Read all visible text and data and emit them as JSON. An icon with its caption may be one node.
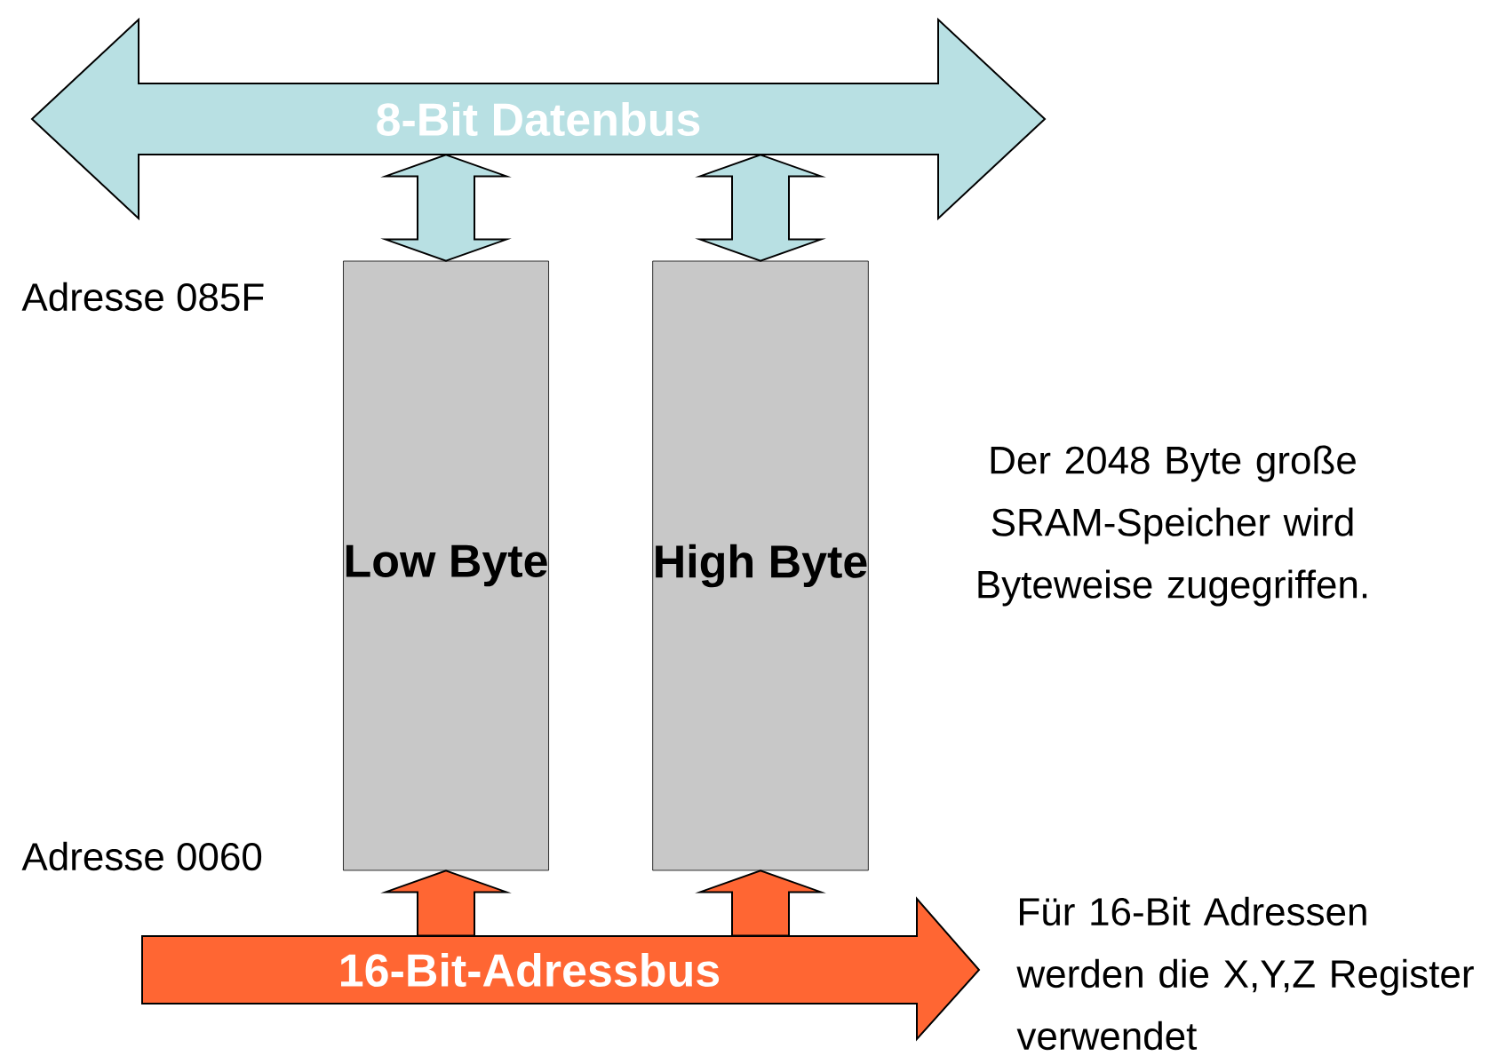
{
  "diagram": {
    "nodes": [
      {
        "text": [
          "8-Bit Datenbus"
        ]
      },
      {
        "text": [
          "Low Byte"
        ]
      },
      {
        "text": [
          "High Byte"
        ]
      },
      {
        "text": [
          "16-Bit-Adressbus"
        ]
      }
    ],
    "edges": [
      {
        "from": 0,
        "to": 1,
        "arrow": "both",
        "color": "#b8e0e3"
      },
      {
        "from": 0,
        "to": 2,
        "arrow": "both",
        "color": "#b8e0e3"
      },
      {
        "from": 3,
        "to": 1,
        "arrow": "to",
        "color": "#ff6633"
      },
      {
        "from": 3,
        "to": 2,
        "arrow": "to",
        "color": "#ff6633"
      }
    ],
    "labels": [
      "Adresse 085F",
      "Der 2048 Byte große SRAM-Speicher wird Byteweise zugegriffen.",
      "Adresse 0060",
      "Für 16-Bit Adressen werden die X,Y,Z Register verwendet"
    ]
  }
}
